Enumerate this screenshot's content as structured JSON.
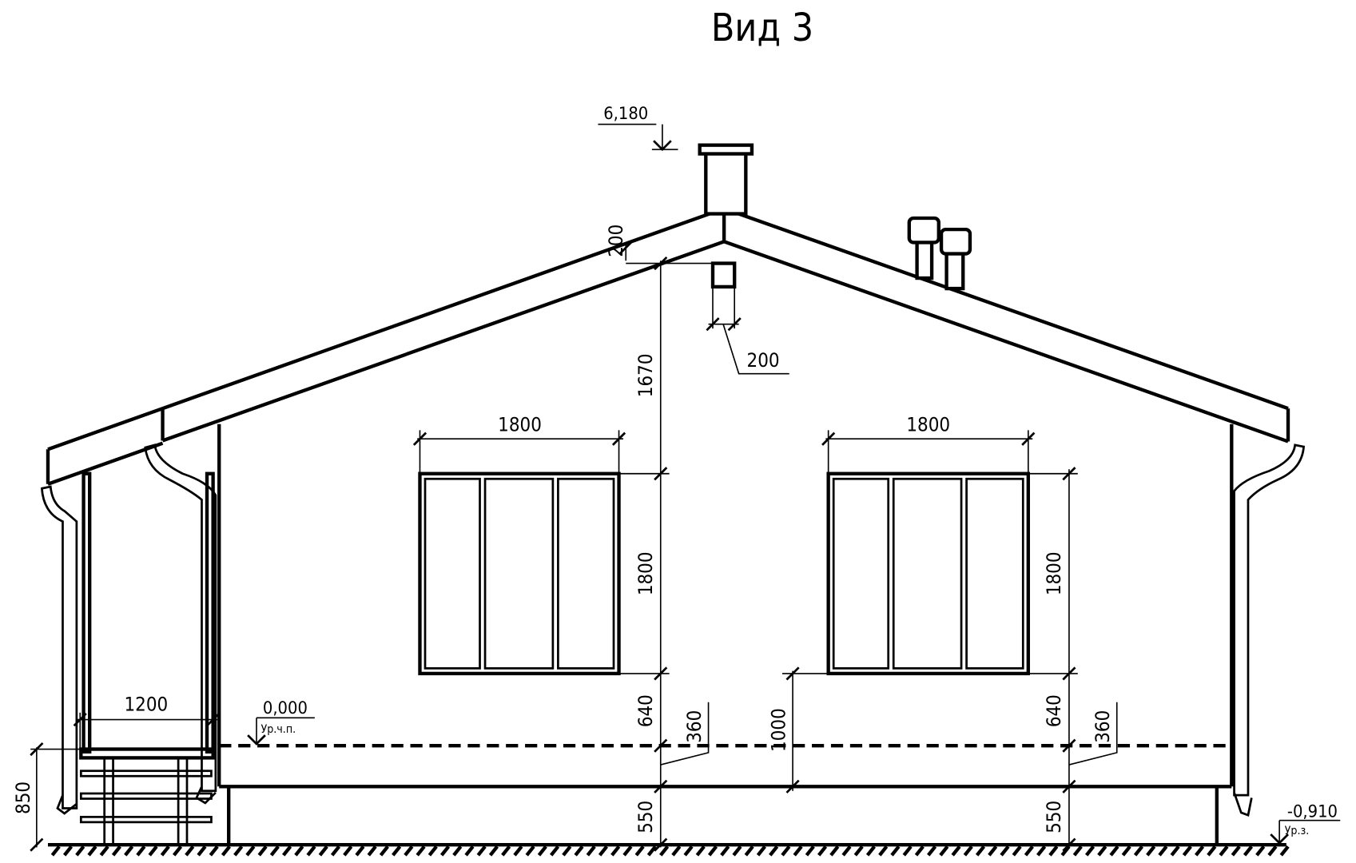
{
  "title": "Вид 3",
  "elevations": {
    "ridge": "6,180",
    "floor": "0,000",
    "floor_label": "Ур.ч.п.",
    "ground": "-0,910",
    "ground_label": "Ур.з."
  },
  "dimensions": {
    "ridge_offset": "200",
    "vent_width": "200",
    "gable_height": "1670",
    "window_left_width": "1800",
    "window_right_width": "1800",
    "window_left_height": "1800",
    "window_right_height": "1800",
    "sill_left": "640",
    "sill_right": "640",
    "floor_to_dash_left": "360",
    "floor_to_dash_right": "360",
    "sill_from_plinth": "1000",
    "plinth_left": "550",
    "plinth_right": "550",
    "porch_width": "1200",
    "porch_height": "850"
  }
}
